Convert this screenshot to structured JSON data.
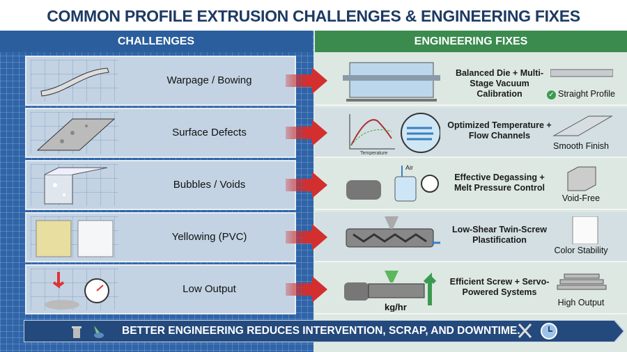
{
  "title": "COMMON PROFILE EXTRUSION CHALLENGES & ENGINEERING FIXES",
  "headers": {
    "challenges": "CHALLENGES",
    "fixes": "ENGINEERING FIXES"
  },
  "colors": {
    "challenge_header": "#2b5e9c",
    "fix_header": "#3b8b4f",
    "arrow": "#d32f2f",
    "title": "#1d3a63",
    "banner": "#24497d"
  },
  "rows": [
    {
      "challenge": "Warpage / Bowing",
      "challenge_icon": "warped-strip-icon",
      "fix": "Balanced Die + Multi-Stage Vacuum Calibration",
      "fix_icon": "vacuum-calibration-tank-icon",
      "result": "Straight Profile",
      "result_icon": "straight-rod-icon"
    },
    {
      "challenge": "Surface Defects",
      "challenge_icon": "rough-surface-icon",
      "fix": "Optimized Temperature + Flow Channels",
      "fix_icon": "temperature-chart-flow-icon",
      "result": "Smooth Finish",
      "result_icon": "smooth-plate-icon",
      "chart_axis_label": "Temperature"
    },
    {
      "challenge": "Bubbles / Voids",
      "challenge_icon": "hollow-profile-bubbles-icon",
      "fix": "Effective Degassing + Melt Pressure Control",
      "fix_icon": "vacuum-pump-gauge-icon",
      "result": "Void-Free",
      "result_icon": "solid-profile-icon",
      "air_label": "Air"
    },
    {
      "challenge": "Yellowing (PVC)",
      "challenge_icon": "yellow-white-swatch-icon",
      "fix": "Low-Shear Twin-Screw Plastification",
      "fix_icon": "twin-screw-icon",
      "result": "Color Stability",
      "result_icon": "white-swatch-icon"
    },
    {
      "challenge": "Low Output",
      "challenge_icon": "stopwatch-pile-icon",
      "fix": "Efficient Screw + Servo-Powered Systems",
      "fix_icon": "servo-screw-icon",
      "result": "High Output",
      "result_icon": "stacked-profiles-icon",
      "rate_label": "kg/hr"
    }
  ],
  "banner": {
    "text": "BETTER ENGINEERING REDUCES INTERVENTION, SCRAP, AND DOWNTIME.",
    "icons": [
      "trash-icon",
      "recycle-hand-icon",
      "tools-icon",
      "clock-icon"
    ]
  }
}
